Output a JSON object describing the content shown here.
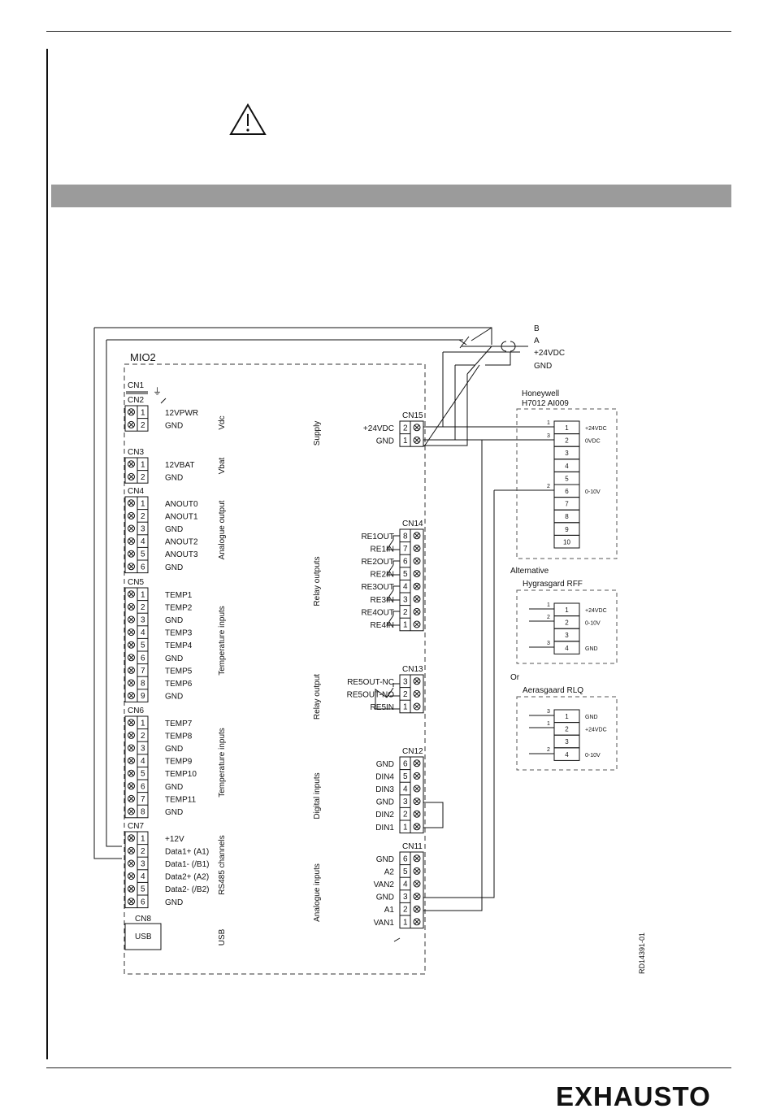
{
  "brand": "EXHAUSTO",
  "drawing_code": "RD14391-01",
  "board": {
    "title": "MIO2",
    "cn1": "CN1",
    "groups": [
      {
        "label": "Vdc"
      },
      {
        "label": "Vbat"
      },
      {
        "label": "Analogue output"
      },
      {
        "label": "Temperature inputs"
      },
      {
        "label": "Temperature inputs"
      },
      {
        "label": "RS485 channels"
      },
      {
        "label": "USB"
      },
      {
        "label": "Supply"
      },
      {
        "label": "Relay outputs"
      },
      {
        "label": "Relay output"
      },
      {
        "label": "Digital inputs"
      },
      {
        "label": "Analogue inputs"
      }
    ],
    "left_connectors": [
      {
        "name": "CN2",
        "pins": [
          {
            "n": "1",
            "s": "12VPWR"
          },
          {
            "n": "2",
            "s": "GND"
          }
        ]
      },
      {
        "name": "CN3",
        "pins": [
          {
            "n": "1",
            "s": "12VBAT"
          },
          {
            "n": "2",
            "s": "GND"
          }
        ]
      },
      {
        "name": "CN4",
        "pins": [
          {
            "n": "1",
            "s": "ANOUT0"
          },
          {
            "n": "2",
            "s": "ANOUT1"
          },
          {
            "n": "3",
            "s": "GND"
          },
          {
            "n": "4",
            "s": "ANOUT2"
          },
          {
            "n": "5",
            "s": "ANOUT3"
          },
          {
            "n": "6",
            "s": "GND"
          }
        ]
      },
      {
        "name": "CN5",
        "pins": [
          {
            "n": "1",
            "s": "TEMP1"
          },
          {
            "n": "2",
            "s": "TEMP2"
          },
          {
            "n": "3",
            "s": "GND"
          },
          {
            "n": "4",
            "s": "TEMP3"
          },
          {
            "n": "5",
            "s": "TEMP4"
          },
          {
            "n": "6",
            "s": "GND"
          },
          {
            "n": "7",
            "s": "TEMP5"
          },
          {
            "n": "8",
            "s": "TEMP6"
          },
          {
            "n": "9",
            "s": "GND"
          }
        ]
      },
      {
        "name": "CN6",
        "pins": [
          {
            "n": "1",
            "s": "TEMP7"
          },
          {
            "n": "2",
            "s": "TEMP8"
          },
          {
            "n": "3",
            "s": "GND"
          },
          {
            "n": "4",
            "s": "TEMP9"
          },
          {
            "n": "5",
            "s": "TEMP10"
          },
          {
            "n": "6",
            "s": "GND"
          },
          {
            "n": "7",
            "s": "TEMP11"
          },
          {
            "n": "8",
            "s": "GND"
          }
        ]
      },
      {
        "name": "CN7",
        "pins": [
          {
            "n": "1",
            "s": "+12V"
          },
          {
            "n": "2",
            "s": "Data1+ (A1)"
          },
          {
            "n": "3",
            "s": "Data1- (/B1)"
          },
          {
            "n": "4",
            "s": "Data2+ (A2)"
          },
          {
            "n": "5",
            "s": "Data2- (/B2)"
          },
          {
            "n": "6",
            "s": "GND"
          }
        ]
      }
    ],
    "cn8": {
      "name": "CN8",
      "label": "USB"
    },
    "right_connectors": [
      {
        "name": "CN15",
        "pins": [
          {
            "n": "2",
            "s": "+24VDC"
          },
          {
            "n": "1",
            "s": "GND"
          }
        ]
      },
      {
        "name": "CN14",
        "pins": [
          {
            "n": "8",
            "s": "RE1OUT"
          },
          {
            "n": "7",
            "s": "RE1IN"
          },
          {
            "n": "6",
            "s": "RE2OUT"
          },
          {
            "n": "5",
            "s": "RE2IN"
          },
          {
            "n": "4",
            "s": "RE3OUT"
          },
          {
            "n": "3",
            "s": "RE3IN"
          },
          {
            "n": "2",
            "s": "RE4OUT"
          },
          {
            "n": "1",
            "s": "RE4IN"
          }
        ]
      },
      {
        "name": "CN13",
        "pins": [
          {
            "n": "3",
            "s": "RE5OUT-NC"
          },
          {
            "n": "2",
            "s": "RE5OUT-NO"
          },
          {
            "n": "1",
            "s": "RE5IN"
          }
        ]
      },
      {
        "name": "CN12",
        "pins": [
          {
            "n": "6",
            "s": "GND"
          },
          {
            "n": "5",
            "s": "DIN4"
          },
          {
            "n": "4",
            "s": "DIN3"
          },
          {
            "n": "3",
            "s": "GND"
          },
          {
            "n": "2",
            "s": "DIN2"
          },
          {
            "n": "1",
            "s": "DIN1"
          }
        ]
      },
      {
        "name": "CN11",
        "pins": [
          {
            "n": "6",
            "s": "GND"
          },
          {
            "n": "5",
            "s": "A2"
          },
          {
            "n": "4",
            "s": "VAN2"
          },
          {
            "n": "3",
            "s": "GND"
          },
          {
            "n": "2",
            "s": "A1"
          },
          {
            "n": "1",
            "s": "VAN1"
          }
        ]
      }
    ]
  },
  "bus": {
    "lines": [
      "B",
      "A",
      "+24VDC",
      "GND"
    ]
  },
  "sensors": {
    "honeywell": {
      "title_1": "Honeywell",
      "title_2": "H7012 AI009",
      "rows": [
        "1",
        "2",
        "3",
        "4",
        "5",
        "6",
        "7",
        "8",
        "9",
        "10"
      ],
      "signals": {
        "1": "+24VDC",
        "2": "0VDC",
        "6": "0-10V"
      },
      "wire_ids": [
        "1",
        "3",
        "2"
      ]
    },
    "alternative_label": "Alternative",
    "hygrasgard": {
      "title": "Hygrasgard RFF",
      "rows": [
        "1",
        "2",
        "3",
        "4"
      ],
      "signals": {
        "1": "+24VDC",
        "2": "0-10V",
        "4": "GND"
      },
      "wire_ids": [
        "1",
        "2",
        "3"
      ]
    },
    "or_label": "Or",
    "aerasgaard": {
      "title": "Aerasgaard RLQ",
      "rows": [
        "1",
        "2",
        "3",
        "4"
      ],
      "signals": {
        "1": "GND",
        "2": "+24VDC",
        "4": "0-10V"
      },
      "wire_ids": [
        "3",
        "1",
        "2"
      ]
    }
  }
}
